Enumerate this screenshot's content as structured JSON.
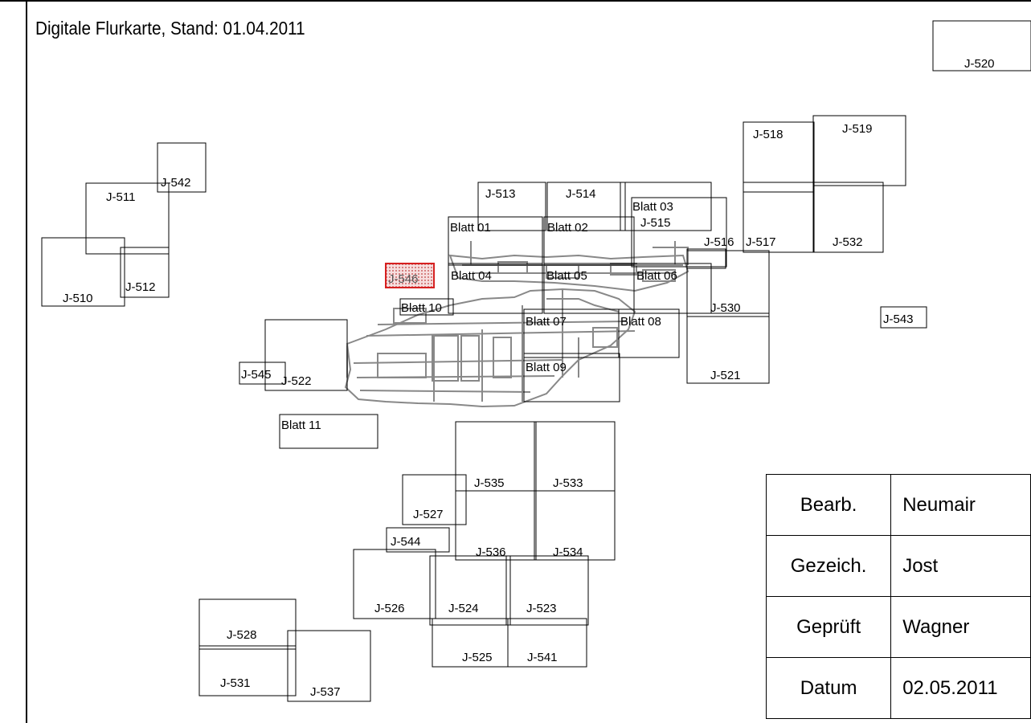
{
  "title": "Digitale Flurkarte, Stand: 01.04.2011",
  "colors": {
    "highlight_stroke": "#d62020",
    "parcel_lines": "#888888"
  },
  "sheets": [
    {
      "id": "J-510",
      "label": "J-510"
    },
    {
      "id": "J-511",
      "label": "J-511"
    },
    {
      "id": "J-512",
      "label": "J-512"
    },
    {
      "id": "J-513",
      "label": "J-513"
    },
    {
      "id": "J-514",
      "label": "J-514"
    },
    {
      "id": "J-515",
      "label": "J-515"
    },
    {
      "id": "J-516",
      "label": "J-516"
    },
    {
      "id": "J-517",
      "label": "J-517"
    },
    {
      "id": "J-518",
      "label": "J-518"
    },
    {
      "id": "J-519",
      "label": "J-519"
    },
    {
      "id": "J-520",
      "label": "J-520"
    },
    {
      "id": "J-521",
      "label": "J-521"
    },
    {
      "id": "J-522",
      "label": "J-522"
    },
    {
      "id": "J-523",
      "label": "J-523"
    },
    {
      "id": "J-524",
      "label": "J-524"
    },
    {
      "id": "J-525",
      "label": "J-525"
    },
    {
      "id": "J-526",
      "label": "J-526"
    },
    {
      "id": "J-527",
      "label": "J-527"
    },
    {
      "id": "J-528",
      "label": "J-528"
    },
    {
      "id": "J-530",
      "label": "J-530"
    },
    {
      "id": "J-531",
      "label": "J-531"
    },
    {
      "id": "J-532",
      "label": "J-532"
    },
    {
      "id": "J-533",
      "label": "J-533"
    },
    {
      "id": "J-534",
      "label": "J-534"
    },
    {
      "id": "J-535",
      "label": "J-535"
    },
    {
      "id": "J-536",
      "label": "J-536"
    },
    {
      "id": "J-537",
      "label": "J-537"
    },
    {
      "id": "J-541",
      "label": "J-541"
    },
    {
      "id": "J-542",
      "label": "J-542"
    },
    {
      "id": "J-543",
      "label": "J-543"
    },
    {
      "id": "J-544",
      "label": "J-544"
    },
    {
      "id": "J-545",
      "label": "J-545"
    },
    {
      "id": "J-546",
      "label": "J-546",
      "highlighted": true
    },
    {
      "id": "Blatt01",
      "label": "Blatt 01"
    },
    {
      "id": "Blatt02",
      "label": "Blatt 02"
    },
    {
      "id": "Blatt03",
      "label": "Blatt 03"
    },
    {
      "id": "Blatt04",
      "label": "Blatt 04"
    },
    {
      "id": "Blatt05",
      "label": "Blatt 05"
    },
    {
      "id": "Blatt06",
      "label": "Blatt 06"
    },
    {
      "id": "Blatt07",
      "label": "Blatt 07"
    },
    {
      "id": "Blatt08",
      "label": "Blatt 08"
    },
    {
      "id": "Blatt09",
      "label": "Blatt 09"
    },
    {
      "id": "Blatt10",
      "label": "Blatt 10"
    },
    {
      "id": "Blatt11",
      "label": "Blatt 11"
    }
  ],
  "title_block": [
    {
      "label": "Bearb.",
      "value": "Neumair"
    },
    {
      "label": "Gezeich.",
      "value": "Jost"
    },
    {
      "label": "Geprüft",
      "value": "Wagner"
    },
    {
      "label": "Datum",
      "value": "02.05.2011"
    }
  ]
}
